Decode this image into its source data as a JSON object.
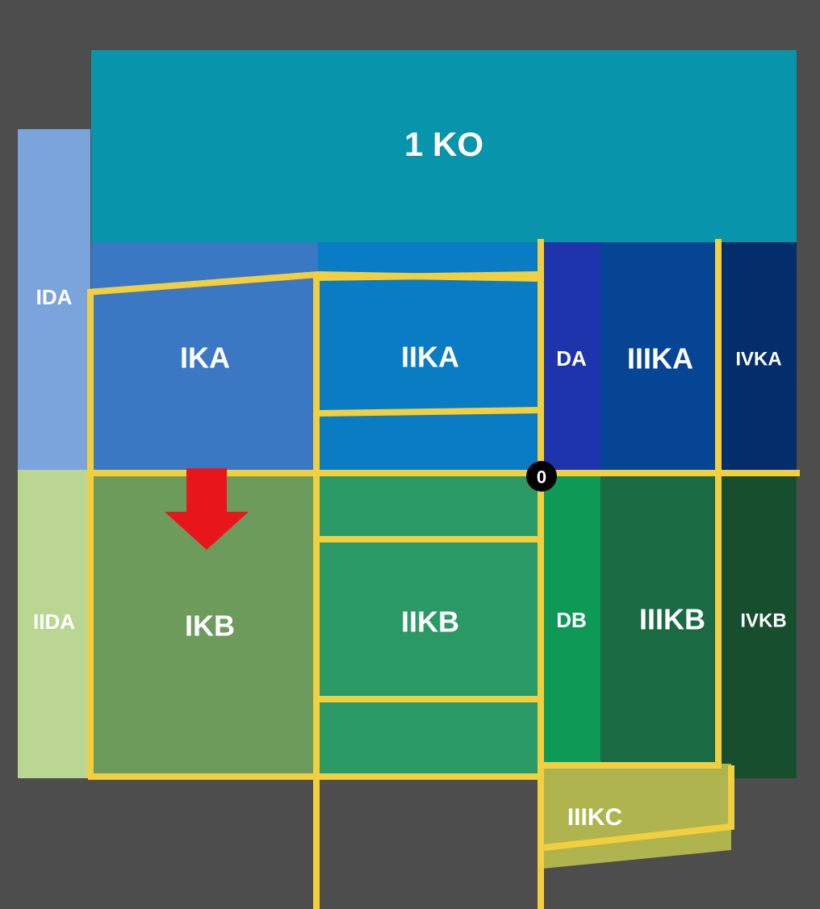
{
  "diagram": {
    "title_block": {
      "label": "1 KO",
      "color": "#0894aa"
    },
    "background_color": "#4d4d4d",
    "grid_line_color": "#f2cf3f",
    "origin_marker": {
      "label": "0",
      "circle_color": "#000000",
      "text_color": "#ffffff"
    },
    "arrow": {
      "name": "down-arrow",
      "color": "#e8161b",
      "direction": "down"
    },
    "regions": [
      {
        "id": "IDA",
        "label": "IDA",
        "color": "#7aa4db",
        "row": "A",
        "kind": "outer-left"
      },
      {
        "id": "IIDA",
        "label": "IIDA",
        "color": "#bbd693",
        "row": "B",
        "kind": "outer-left"
      },
      {
        "id": "IKA",
        "label": "IKA",
        "color": "#3b78c4",
        "row": "A",
        "kind": "main"
      },
      {
        "id": "IIKA",
        "label": "IIKA",
        "color": "#0a7cc4",
        "row": "A",
        "kind": "main"
      },
      {
        "id": "DA",
        "label": "DA",
        "color": "#1e34ac",
        "row": "A",
        "kind": "main"
      },
      {
        "id": "IIIKA",
        "label": "IIIKA",
        "color": "#064594",
        "row": "A",
        "kind": "main"
      },
      {
        "id": "IVKA",
        "label": "IVKA",
        "color": "#032e6b",
        "row": "A",
        "kind": "outer-right"
      },
      {
        "id": "IKB",
        "label": "IKB",
        "color": "#6c9b5c",
        "row": "B",
        "kind": "main"
      },
      {
        "id": "IIKB",
        "label": "IIKB",
        "color": "#2b9966",
        "row": "B",
        "kind": "main"
      },
      {
        "id": "DB",
        "label": "DB",
        "color": "#0e9a56",
        "row": "B",
        "kind": "main"
      },
      {
        "id": "IIIKB",
        "label": "IIIKB",
        "color": "#1a6a43",
        "row": "B",
        "kind": "main"
      },
      {
        "id": "IVKB",
        "label": "IVKB",
        "color": "#174e2e",
        "row": "B",
        "kind": "outer-right"
      },
      {
        "id": "IIIKC",
        "label": "IIIKC",
        "color": "#b0b44e",
        "row": "C",
        "kind": "main"
      }
    ]
  }
}
